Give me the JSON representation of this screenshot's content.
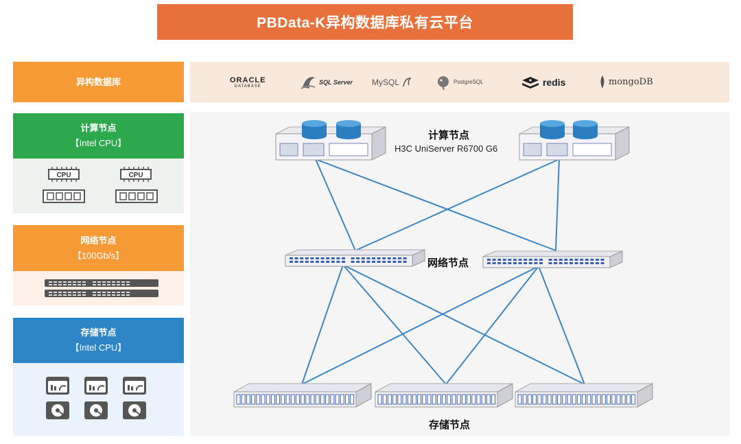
{
  "title": "PBData-K异构数据库私有云平台",
  "left": {
    "db": {
      "label": "异构数据库"
    },
    "compute": {
      "label": "计算节点",
      "sub": "【Intel CPU】",
      "chip_text": "CPU"
    },
    "network": {
      "label": "网络节点",
      "sub": "【100Gb/s】"
    },
    "storage": {
      "label": "存储节点",
      "sub": "【Intel CPU】"
    }
  },
  "databases": [
    {
      "name": "ORACLE",
      "sub": "DATABASE",
      "icon": "oracle-logo"
    },
    {
      "name": "SQL Server",
      "icon": "sqlserver-logo"
    },
    {
      "name": "MySQL",
      "icon": "mysql-logo"
    },
    {
      "name": "PostgreSQL",
      "icon": "postgresql-logo"
    },
    {
      "name": "redis",
      "icon": "redis-logo"
    },
    {
      "name": "mongoDB",
      "icon": "mongodb-logo"
    }
  ],
  "topology": {
    "compute_label": "计算节点",
    "compute_model": "H3C UniServer R6700 G6",
    "network_label": "网络节点",
    "storage_label": "存储节点"
  },
  "colors": {
    "title_bg": "#e8703a",
    "orange": "#f59a35",
    "green": "#2ea84d",
    "blue": "#2f86c7",
    "link": "#3d86c6"
  }
}
